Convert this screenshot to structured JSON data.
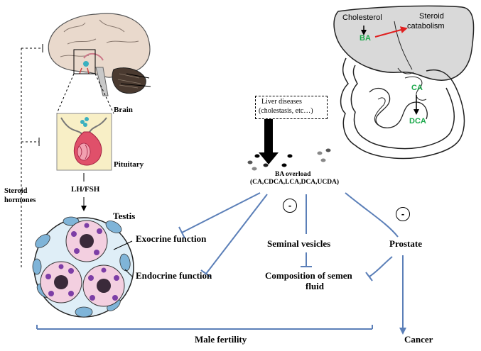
{
  "labels": {
    "brain": "Brain",
    "pituitary": "Pituitary",
    "lh_fsh": "LH/FSH",
    "steroid_hormones_1": "Steroid",
    "steroid_hormones_2": "hormones",
    "testis": "Testis",
    "exocrine": "Exocrine function",
    "endocrine": "Endocrine function",
    "cholesterol": "Cholesterol",
    "ba_liver": "BA",
    "steroid_catabolism_1": "Steroid",
    "steroid_catabolism_2": "catabolism",
    "ca": "CA",
    "dca": "DCA",
    "liver_diseases_1": "Liver diseases",
    "liver_diseases_2": "(cholestasis, etc…)",
    "ba_overload_1": "BA overload",
    "ba_overload_2": "(CA,CDCA,LCA,DCA,UCDA)",
    "seminal_vesicles": "Seminal vesicles",
    "prostate": "Prostate",
    "composition_1": "Composition of semen",
    "composition_2": "fluid",
    "male_fertility": "Male fertility",
    "cancer": "Cancer",
    "minus": "-"
  },
  "colors": {
    "accent_blue": "#5b7fb8",
    "bile_acid_green": "#1aa84a",
    "arrow_red": "#e02020",
    "liver_gray": "#d9d9d9",
    "pituitary_bg": "#f8efc6",
    "pituitary_red": "#e0506a",
    "testis_blue": "#7fb4d8",
    "testis_purple": "#7d3ea6"
  }
}
